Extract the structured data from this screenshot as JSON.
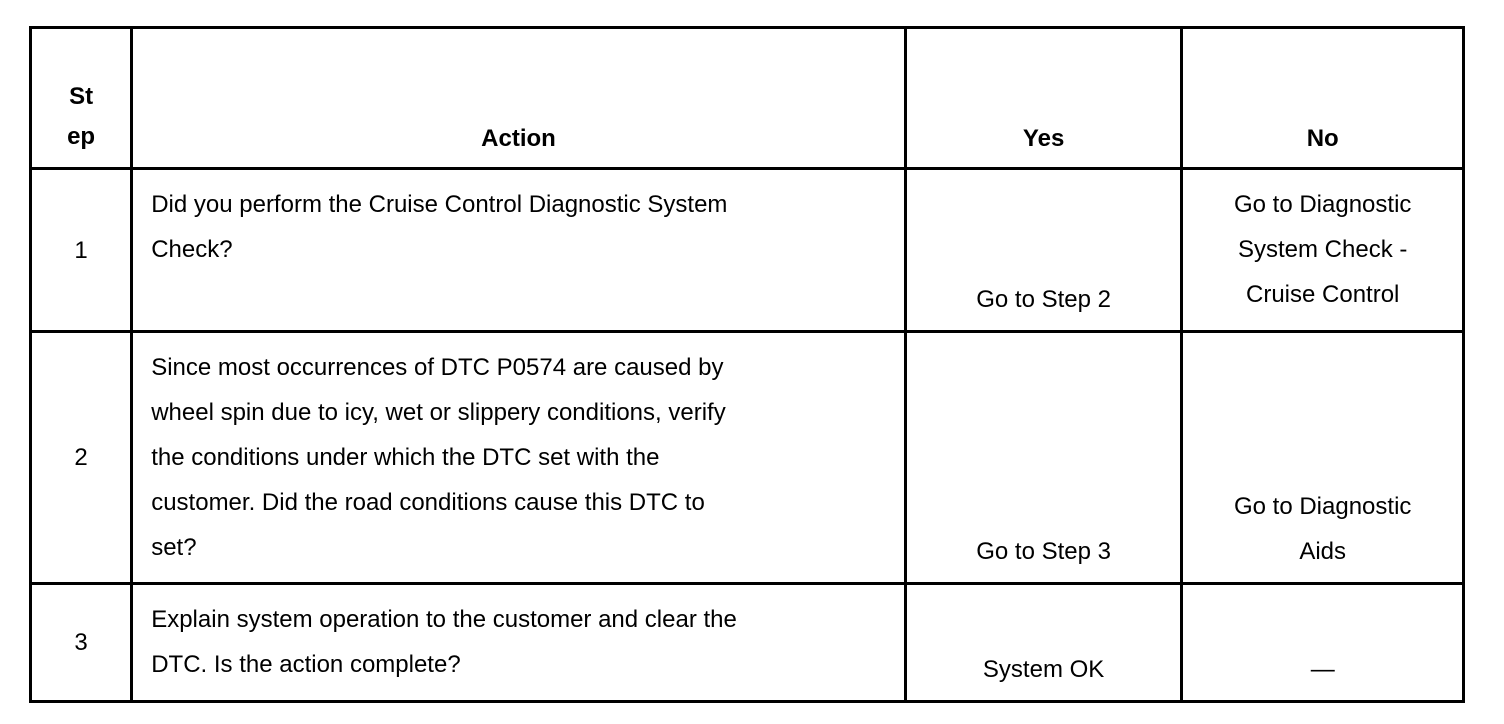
{
  "table": {
    "headers": {
      "step": "St\nep",
      "action": "Action",
      "yes": "Yes",
      "no": "No"
    },
    "rows": [
      {
        "step": "1",
        "action": "Did you perform the Cruise Control Diagnostic System\nCheck?",
        "yes": "Go to Step 2",
        "no": "Go to Diagnostic\nSystem Check -\nCruise Control"
      },
      {
        "step": "2",
        "action": "Since most occurrences of DTC P0574 are caused by\nwheel spin due to icy, wet or slippery conditions, verify\nthe conditions under which the DTC set with the\ncustomer. Did the road conditions cause this DTC to\nset?",
        "yes": "Go to Step 3",
        "no": "Go to Diagnostic\nAids"
      },
      {
        "step": "3",
        "action": "Explain system operation to the customer and clear the\nDTC. Is the action complete?",
        "yes": "System OK",
        "no": "—"
      }
    ]
  }
}
